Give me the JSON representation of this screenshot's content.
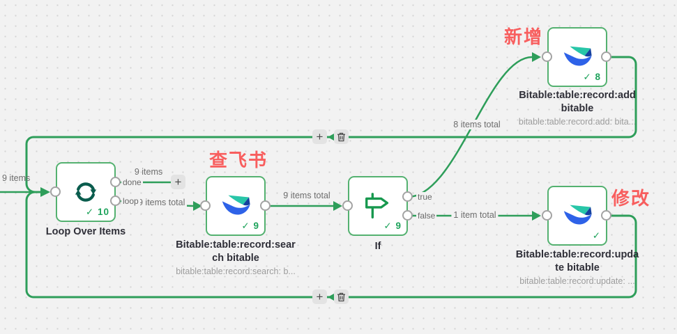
{
  "colors": {
    "canvas_background": "#f2f2f2",
    "connection_green": "#2e9e5a",
    "node_border_green": "#54b170",
    "success_check_green": "#1fa35c",
    "annotation_red": "#f85e5e",
    "loop_icon_teal": "#0a5c4d",
    "if_icon_green": "#17984e",
    "bitable_teal": "#28c6a8",
    "bitable_blue": "#2e62e8",
    "bitable_navy": "#15419e"
  },
  "glyphs": {
    "check": "✓",
    "plus": "+"
  },
  "nodes": {
    "loop": {
      "title": "Loop Over Items",
      "runs": "10"
    },
    "search": {
      "title": "Bitable:table:record:sear\nch bitable",
      "subtitle": "bitable:table:record:search: b...",
      "runs": "9"
    },
    "if": {
      "title": "If",
      "runs": "9"
    },
    "add": {
      "title": "Bitable:table:record:add\nbitable",
      "subtitle": "bitable:table:record:add: bita...",
      "runs": "8"
    },
    "update": {
      "title": "Bitable:table:record:upda\nte bitable",
      "subtitle": "bitable:table:record:update: ...",
      "runs": ""
    }
  },
  "ports": {
    "done": "done",
    "loop": "loop",
    "true": "true",
    "false": "false"
  },
  "connection_labels": {
    "input_items": "9 items",
    "done_items": "9 items",
    "loop_items_total": "9 items total",
    "search_to_if_total": "9 items total",
    "true_items_total": "8 items total",
    "false_items_total": "1 item total"
  },
  "annotations": {
    "search_note": "查飞书",
    "add_note": "新增",
    "update_note": "修改"
  }
}
